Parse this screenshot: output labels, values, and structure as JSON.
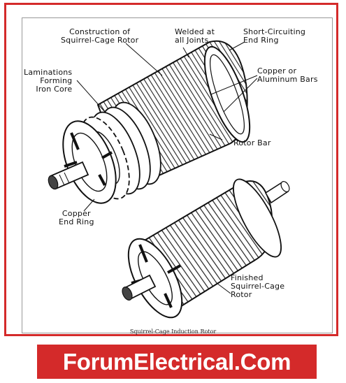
{
  "labels": {
    "construction": "Construction of\nSquirrel-Cage Rotor",
    "welded": "Welded at\nall Joints",
    "short_circuiting": "Short-Circuiting\nEnd Ring",
    "copper_aluminum": "Copper or\nAluminum Bars",
    "laminations": "Laminations\nForming\nIron Core",
    "rotor_bar": "Rotor Bar",
    "copper_end_ring": "Copper\nEnd Ring",
    "finished": "Finished\nSquirrel-Cage\nRotor"
  },
  "caption": "Squirrel-Cage Induction Rotor",
  "banner": {
    "text": "ForumElectrical.Com"
  },
  "colors": {
    "frame": "#d42a2a",
    "banner_bg": "#d42a2a",
    "banner_text": "#ffffff",
    "ink": "#111111"
  }
}
